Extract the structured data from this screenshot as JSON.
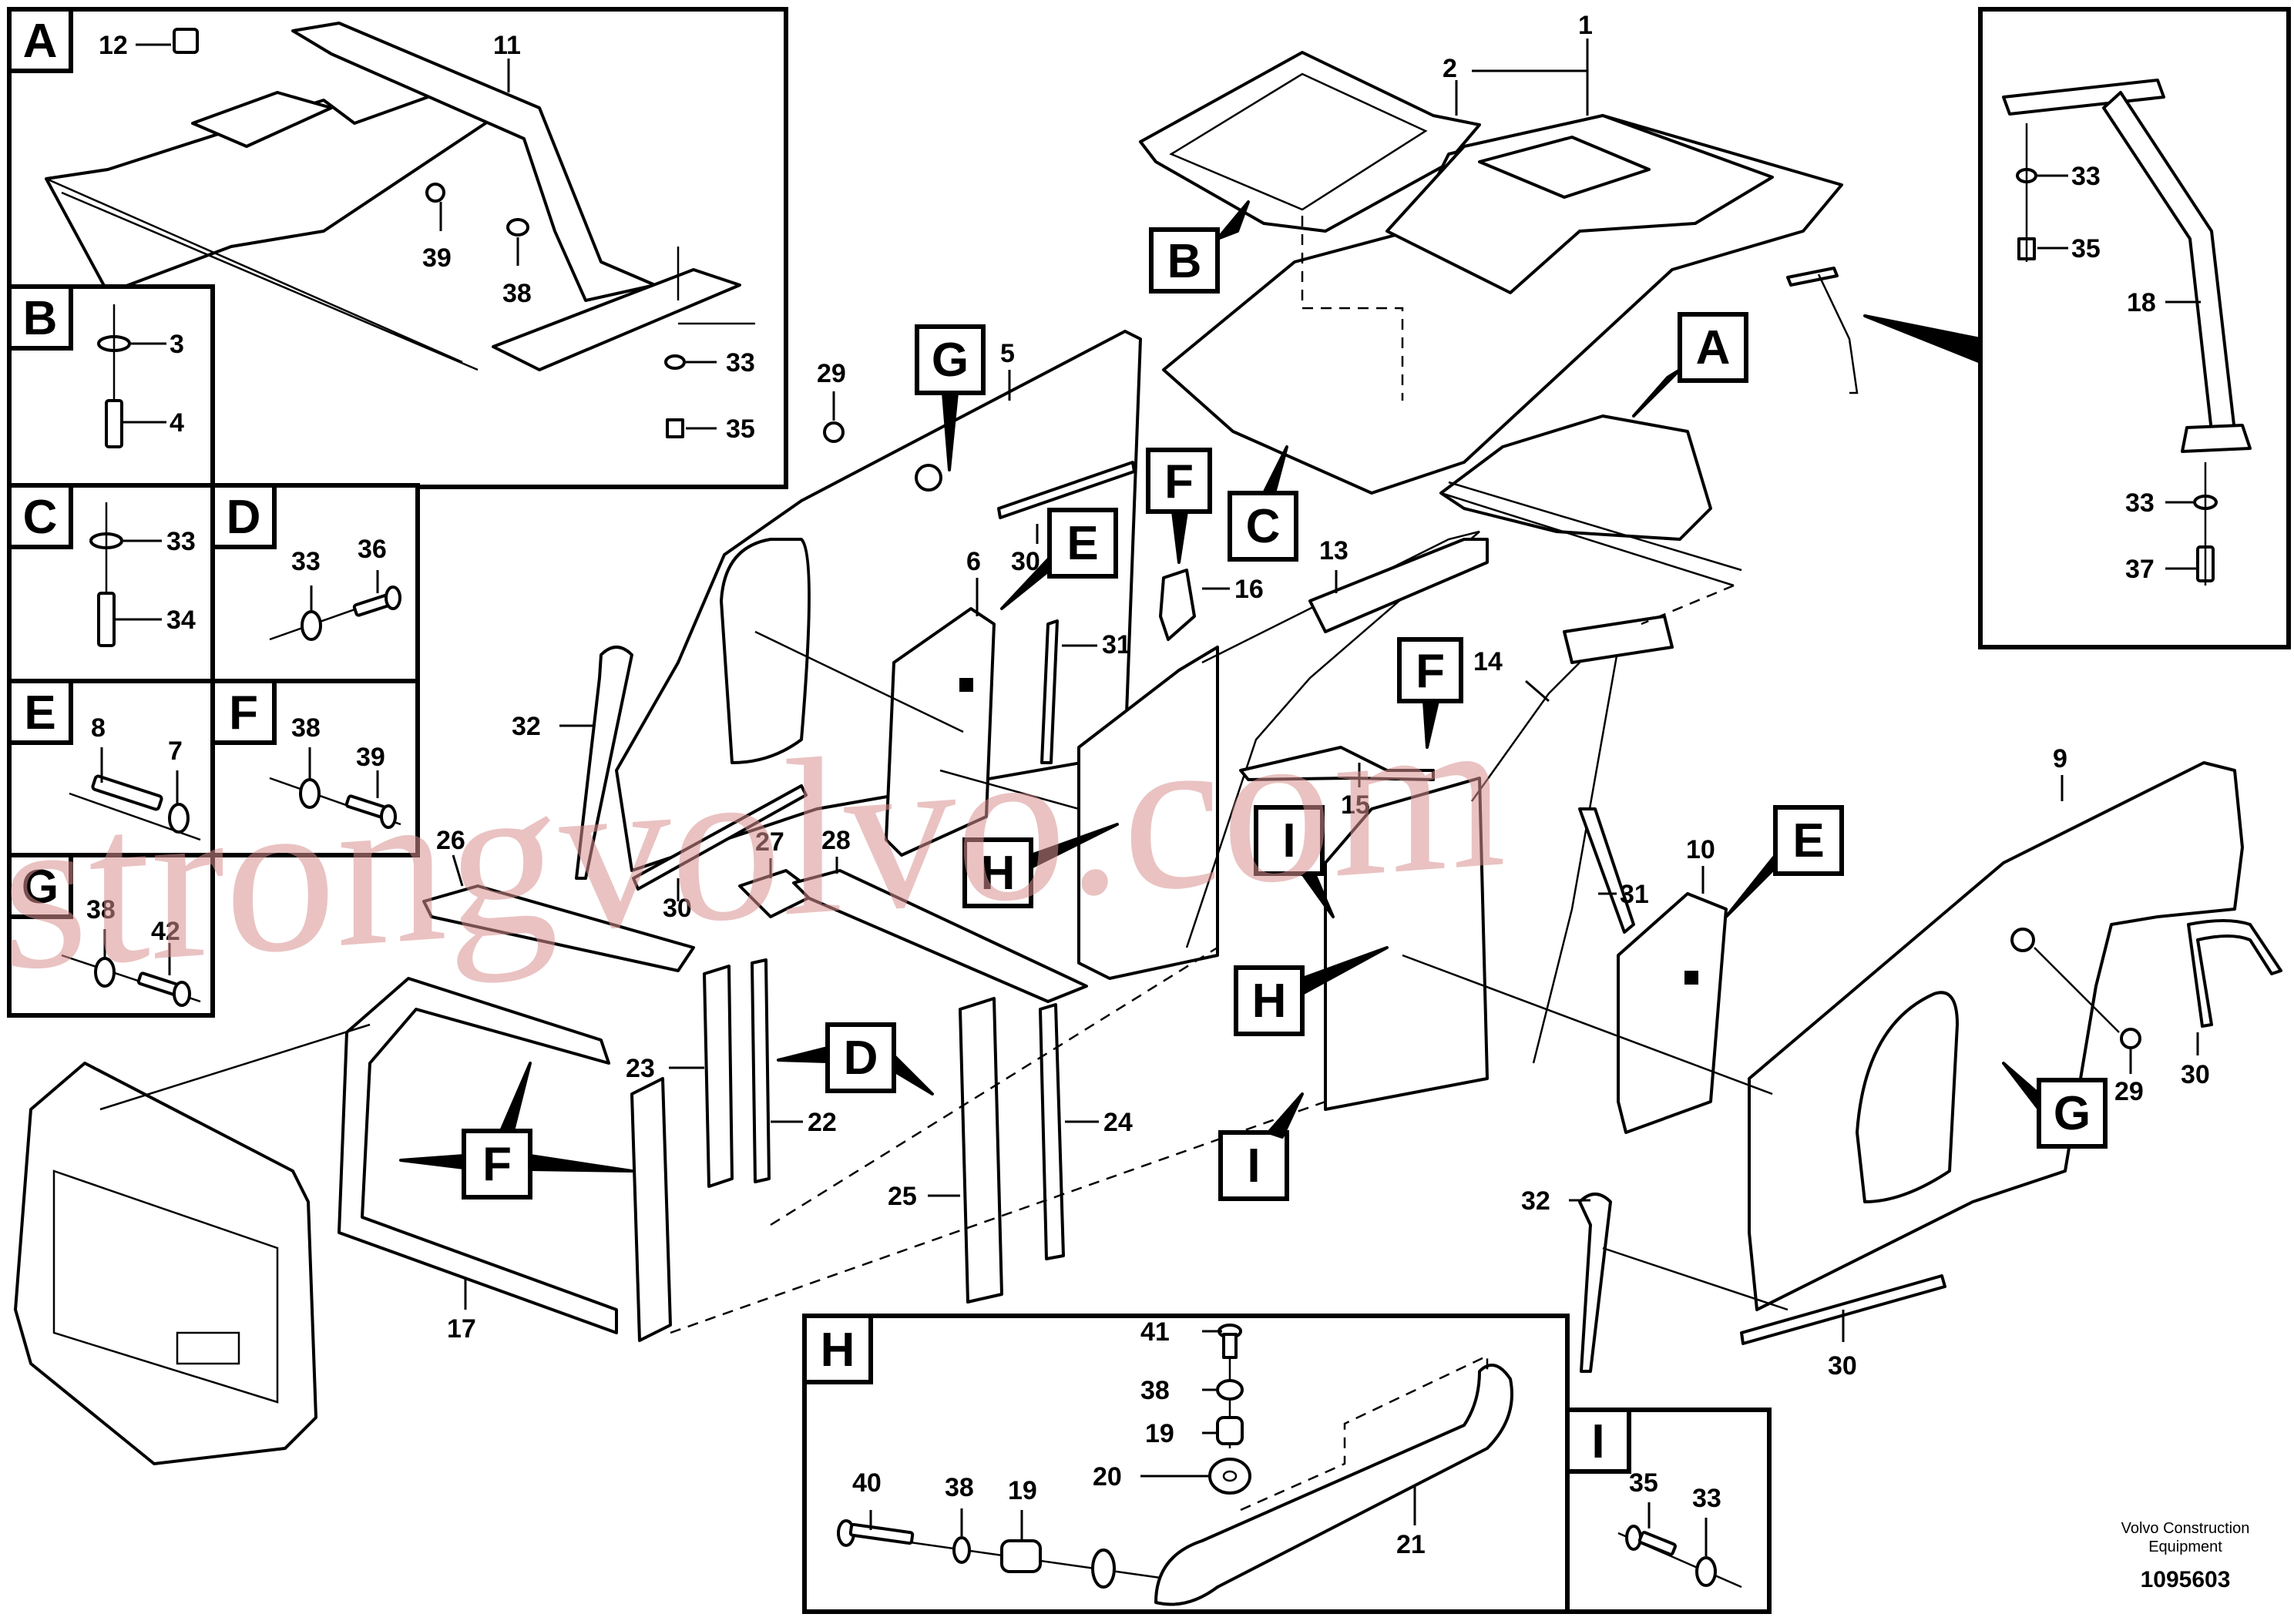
{
  "watermark": "strongvolvo.com",
  "footer": {
    "company_line1": "Volvo Construction",
    "company_line2": "Equipment",
    "drawing_number": "1095603"
  },
  "detail_panels": [
    {
      "id": "A",
      "parts": [
        "12",
        "11",
        "39",
        "38",
        "33",
        "35"
      ]
    },
    {
      "id": "B",
      "parts": [
        "3",
        "4"
      ]
    },
    {
      "id": "C",
      "parts": [
        "33",
        "34"
      ]
    },
    {
      "id": "D",
      "parts": [
        "33",
        "36"
      ]
    },
    {
      "id": "E",
      "parts": [
        "8",
        "7"
      ]
    },
    {
      "id": "F",
      "parts": [
        "38",
        "39"
      ]
    },
    {
      "id": "G",
      "parts": [
        "38",
        "42"
      ]
    },
    {
      "id": "H",
      "parts": [
        "41",
        "38",
        "19",
        "20",
        "40",
        "38",
        "19",
        "21"
      ]
    },
    {
      "id": "I",
      "parts": [
        "35",
        "33"
      ]
    },
    {
      "id": "18",
      "parts": [
        "33",
        "35",
        "18",
        "33",
        "37"
      ]
    }
  ],
  "callouts": [
    {
      "id": "B"
    },
    {
      "id": "A"
    },
    {
      "id": "C"
    },
    {
      "id": "G"
    },
    {
      "id": "F"
    },
    {
      "id": "E"
    },
    {
      "id": "F"
    },
    {
      "id": "H"
    },
    {
      "id": "I"
    },
    {
      "id": "H"
    },
    {
      "id": "I"
    },
    {
      "id": "D"
    },
    {
      "id": "F"
    },
    {
      "id": "E"
    },
    {
      "id": "G"
    }
  ],
  "part_numbers": {
    "p1": "1",
    "p2": "2",
    "p5": "5",
    "p29a": "29",
    "p6": "6",
    "p30a": "30",
    "p31a": "31",
    "p16": "16",
    "p13": "13",
    "p32a": "32",
    "p15": "15",
    "p14": "14",
    "p26": "26",
    "p30b": "30",
    "p27": "27",
    "p28": "28",
    "p23": "23",
    "p22": "22",
    "p24": "24",
    "p25": "25",
    "p17": "17",
    "p31b": "31",
    "p10": "10",
    "p9": "9",
    "p29b": "29",
    "p30c": "30",
    "p32b": "32",
    "p30d": "30"
  }
}
